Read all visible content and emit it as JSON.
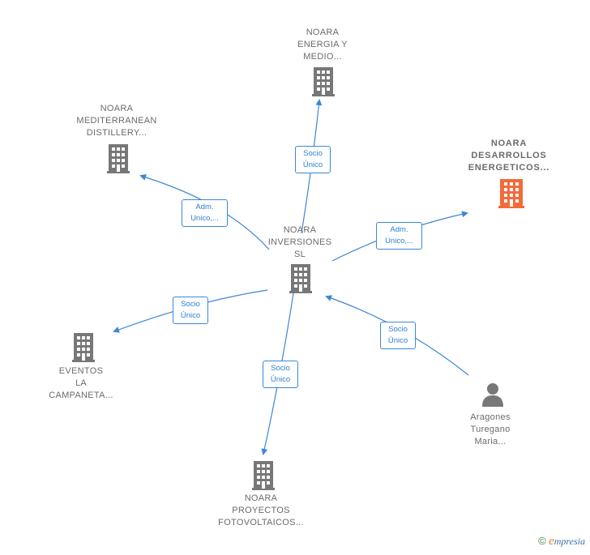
{
  "colors": {
    "edge": "#3c87d6",
    "building": "#777777",
    "building_highlight": "#f26b3a",
    "person": "#777777"
  },
  "nodes": {
    "center": {
      "lines": [
        "NOARA",
        "INVERSIONES",
        "SL"
      ],
      "icon": "building-icon"
    },
    "energia": {
      "lines": [
        "NOARA",
        "ENERGIA Y",
        "MEDIO..."
      ],
      "icon": "building-icon"
    },
    "mediterranean": {
      "lines": [
        "NOARA",
        "MEDITERRANEAN",
        "DISTILLERY..."
      ],
      "icon": "building-icon"
    },
    "desarrollos": {
      "lines": [
        "NOARA",
        "DESARROLLOS",
        "ENERGETICOS..."
      ],
      "icon": "building-icon"
    },
    "eventos": {
      "lines": [
        "EVENTOS",
        "LA",
        "CAMPANETA..."
      ],
      "icon": "building-icon"
    },
    "proyectos": {
      "lines": [
        "NOARA",
        "PROYECTOS",
        "FOTOVOLTAICOS..."
      ],
      "icon": "building-icon"
    },
    "aragones": {
      "lines": [
        "Aragones",
        "Turegano",
        "Maria..."
      ],
      "icon": "person-icon"
    }
  },
  "edges": {
    "energia": {
      "lines": [
        "Socio",
        "Único"
      ]
    },
    "mediterranean": {
      "lines": [
        "Adm.",
        "Unico,..."
      ]
    },
    "desarrollos": {
      "lines": [
        "Adm.",
        "Unico,..."
      ]
    },
    "eventos": {
      "lines": [
        "Socio",
        "Único"
      ]
    },
    "proyectos": {
      "lines": [
        "Socio",
        "Único"
      ]
    },
    "aragones": {
      "lines": [
        "Socio",
        "Único"
      ]
    }
  },
  "brand": {
    "copyright": "©",
    "e": "e",
    "rest": "mpresia"
  }
}
